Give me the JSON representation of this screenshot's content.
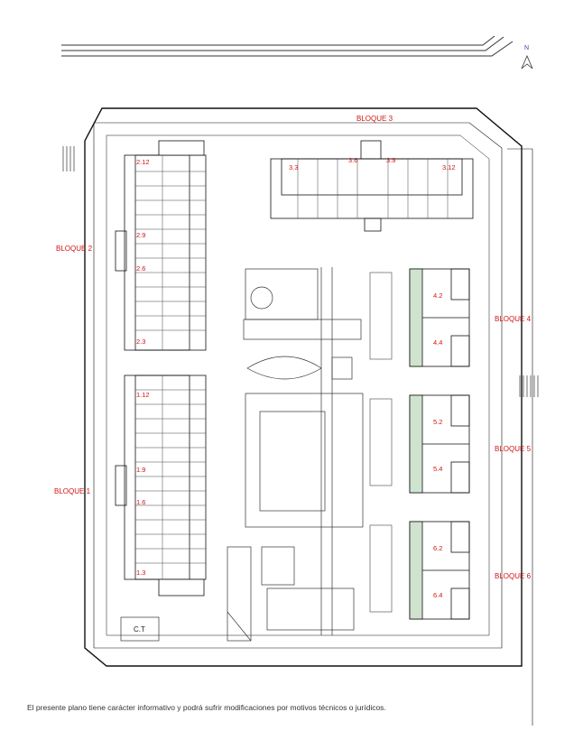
{
  "north": "N",
  "blocks": {
    "b1": "BLOQUE 1",
    "b2": "BLOQUE 2",
    "b3": "BLOQUE 3",
    "b4": "BLOQUE 4",
    "b5": "BLOQUE 5",
    "b6": "BLOQUE 6"
  },
  "units": {
    "u1_2": "1.12",
    "u1_9": "1.9",
    "u1_6": "1.6",
    "u1_3": "1.3",
    "u2_12": "2.12",
    "u2_9": "2.9",
    "u2_6": "2.6",
    "u2_3": "2.3",
    "u3_3": "3.3",
    "u3_6": "3.6",
    "u3_9": "3.9",
    "u3_12": "3.12",
    "u4_2": "4.2",
    "u4_4": "4.4",
    "u5_2": "5.2",
    "u5_4": "5.4",
    "u6_2": "6.2",
    "u6_4": "6.4"
  },
  "ct": "C.T",
  "disclaimer": "El presente plano tiene carácter informativo y podrá sufrir modificaciones por motivos técnicos o jurídicos.",
  "colors": {
    "label": "#d21414",
    "line": "#1a1a1a",
    "green": "#cfe3cf",
    "blue": "#3a8fd6"
  }
}
